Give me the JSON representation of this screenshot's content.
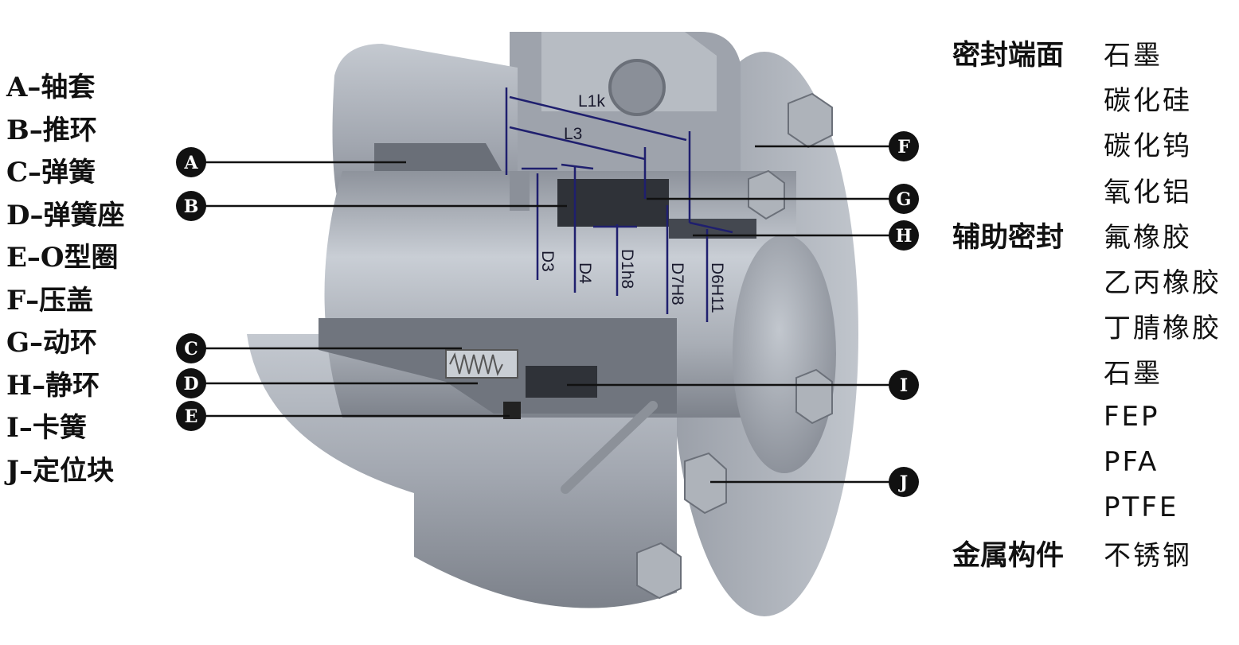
{
  "parts_legend": [
    "A–轴套",
    "B–推环",
    "C–弹簧",
    "D–弹簧座",
    "E–O型圈",
    "F–压盖",
    "G–动环",
    "H–静环",
    "I–卡簧",
    "J–定位块"
  ],
  "callouts": {
    "A": "A",
    "B": "B",
    "C": "C",
    "D": "D",
    "E": "E",
    "F": "F",
    "G": "G",
    "H": "H",
    "I": "I",
    "J": "J"
  },
  "dimensions": {
    "L1k": "L1k",
    "L3": "L3",
    "D3": "D3",
    "D4": "D4",
    "D1h8": "D1h8",
    "D7H8": "D7H8",
    "D6H11": "D6H11"
  },
  "materials": [
    {
      "category": "密封端面",
      "value": "石墨"
    },
    {
      "category": "",
      "value": "碳化硅"
    },
    {
      "category": "",
      "value": "碳化钨"
    },
    {
      "category": "",
      "value": "氧化铝"
    },
    {
      "category": "辅助密封",
      "value": "氟橡胶"
    },
    {
      "category": "",
      "value": "乙丙橡胶"
    },
    {
      "category": "",
      "value": "丁腈橡胶"
    },
    {
      "category": "",
      "value": "石墨"
    },
    {
      "category": "",
      "value": "FEP"
    },
    {
      "category": "",
      "value": "PFA"
    },
    {
      "category": "",
      "value": "PTFE"
    },
    {
      "category": "金属构件",
      "value": "不锈钢"
    }
  ],
  "colors": {
    "dimension_line": "#1f1f6e",
    "callout_fill": "#111111",
    "metal_light": "#b9bec6",
    "metal_mid": "#979ca6",
    "metal_dark": "#5d626b"
  }
}
